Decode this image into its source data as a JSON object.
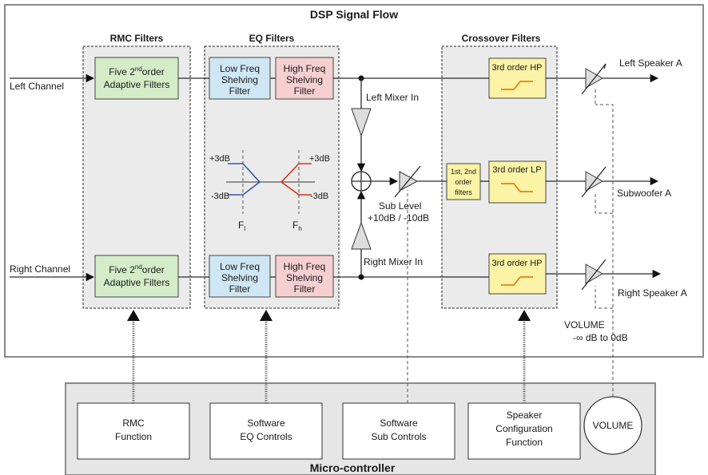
{
  "title": "DSP Signal Flow",
  "micro_title": "Micro-controller",
  "sections": {
    "rmc": "RMC Filters",
    "eq": "EQ Filters",
    "crossover": "Crossover Filters"
  },
  "inputs": {
    "left": "Left Channel",
    "right": "Right Channel"
  },
  "rmc_block": {
    "line1_pre": "Five 2",
    "line1_sup": "nd",
    "line1_post": "order",
    "line2": "Adaptive Filters"
  },
  "eq_low": [
    "Low Freq",
    "Shelving",
    "Filter"
  ],
  "eq_high": [
    "High Freq",
    "Shelving",
    "Filter"
  ],
  "mixer": {
    "left_in": "Left Mixer In",
    "right_in": "Right Mixer In",
    "sub_level_1": "Sub Level",
    "sub_level_2": "+10dB / -10dB"
  },
  "eq_graph": {
    "plus3_left": "+3dB",
    "minus3_left": "-3dB",
    "plus3_right": "+3dB",
    "minus3_right": "-3dB",
    "fl": "F",
    "fl_sub": "l",
    "fh": "F",
    "fh_sub": "h"
  },
  "crossover": {
    "hp_top": "3rd order HP",
    "lp": "3rd order LP",
    "hp_bottom": "3rd order HP",
    "pre": [
      "1st, 2nd",
      "order",
      "filters"
    ]
  },
  "outputs": {
    "left": "Left Speaker A",
    "sub": "Subwoofer A",
    "right": "Right Speaker A"
  },
  "volume": {
    "label": "VOLUME",
    "range": "-∞ dB to 0dB",
    "knob": "VOLUME"
  },
  "controllers": {
    "rmc": [
      "RMC",
      "Function"
    ],
    "eq": [
      "Software",
      "EQ Controls"
    ],
    "sub": [
      "Software",
      "Sub Controls"
    ],
    "speaker": [
      "Speaker",
      "Configuration",
      "Function"
    ]
  },
  "colors": {
    "rmc_fill": "#d5ecc8",
    "low_fill": "#cfe7f5",
    "high_fill": "#f6d0d0",
    "crossover_fill": "#fbf3a6",
    "section_fill": "#ebebeb",
    "micro_fill": "#e6e6e6",
    "curve_blue": "#3355aa",
    "curve_red": "#dd3311",
    "filter_orange": "#e8820a"
  }
}
